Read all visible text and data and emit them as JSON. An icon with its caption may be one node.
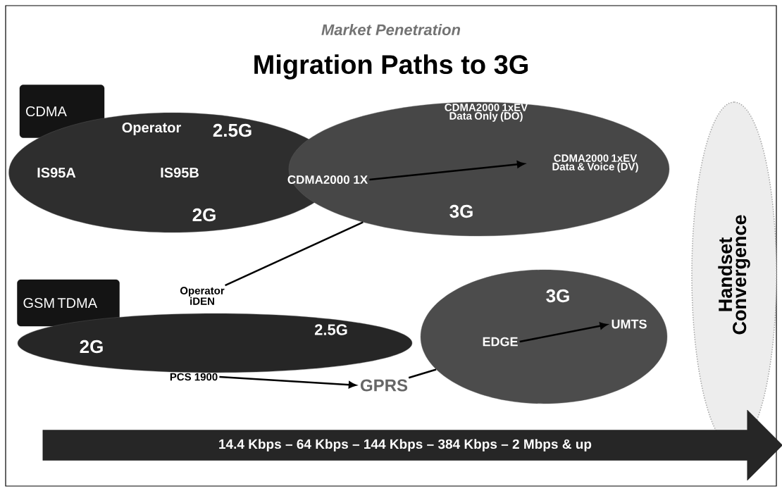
{
  "diagram": {
    "title": "Migration Paths to 3G",
    "nodes": [
      {
        "text": [
          "CDMA"
        ]
      },
      {
        "text": [
          "Operator",
          "2.5G",
          "IS95A",
          "IS95B",
          "2G"
        ]
      },
      {
        "text": [
          "3G"
        ]
      },
      {
        "text": [
          "CDMA2000 1X"
        ],
        "in": 2
      },
      {
        "text": [
          "CDMA2000 1xEV Data Only (DO)"
        ],
        "in": 2
      },
      {
        "text": [
          "CDMA2000 1xEV Data & Voice (DV)"
        ],
        "in": 2
      },
      {
        "text": [
          "GSM TDMA"
        ]
      },
      {
        "text": [
          "Operator iDEN"
        ]
      },
      {
        "text": [
          "2G",
          "2.5G"
        ]
      },
      {
        "text": [
          "PCS 1900"
        ]
      },
      {
        "text": [
          "GPRS"
        ]
      },
      {
        "text": [
          "3G"
        ]
      },
      {
        "text": [
          "EDGE"
        ],
        "in": 11
      },
      {
        "text": [
          "UMTS"
        ],
        "in": 11
      },
      {
        "text": [
          "Handset Convergence"
        ]
      },
      {
        "text": [
          "14.4 Kbps – 64 Kbps – 144 Kbps – 384 Kbps – 2 Mbps & up"
        ]
      }
    ],
    "edges": [
      {
        "from": 3,
        "to": 5,
        "arrow": "to"
      },
      {
        "from": 7,
        "to": 2,
        "arrow": "none"
      },
      {
        "from": 9,
        "to": 10,
        "arrow": "to"
      },
      {
        "from": 10,
        "to": 11,
        "arrow": "none"
      },
      {
        "from": 12,
        "to": 13,
        "arrow": "to"
      }
    ],
    "labels": [
      "Market Penetration"
    ]
  }
}
